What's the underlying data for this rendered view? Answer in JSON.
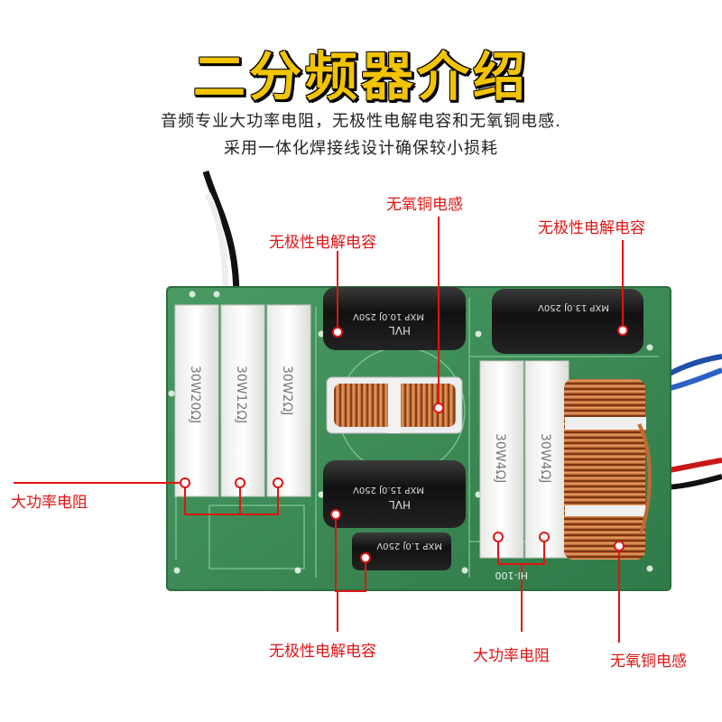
{
  "title": "二分频器介绍",
  "subtitle_line1": "音频专业大功率电阻，无极性电解电容和无氧铜电感.",
  "subtitle_line2": "采用一体化焊接线设计确保较小损耗",
  "labels": {
    "coil_top": "无氧铜电感",
    "cap_top_left": "无极性电解电容",
    "cap_top_right": "无极性电解电容",
    "resistor_left": "大功率电阻",
    "cap_bottom": "无极性电解电容",
    "resistor_bottom": "大功率电阻",
    "coil_bottom": "无氧铜电感"
  },
  "resistors": [
    "30W20ΩJ",
    "30W12ΩJ",
    "30W2ΩJ",
    "30W4ΩJ",
    "30W4ΩJ"
  ],
  "capacitors": [
    "MXP 10.0J 250V",
    "MXP 15.0J 250V",
    "MXP 13.0J 250V",
    "MXP 1.0J 250V"
  ],
  "cap_brand": "HVL",
  "board_mark": "HI-100",
  "colors": {
    "title": "#f2c400",
    "label": "#e01414",
    "board": "#3f8f5a",
    "copper": "#b5612d"
  }
}
